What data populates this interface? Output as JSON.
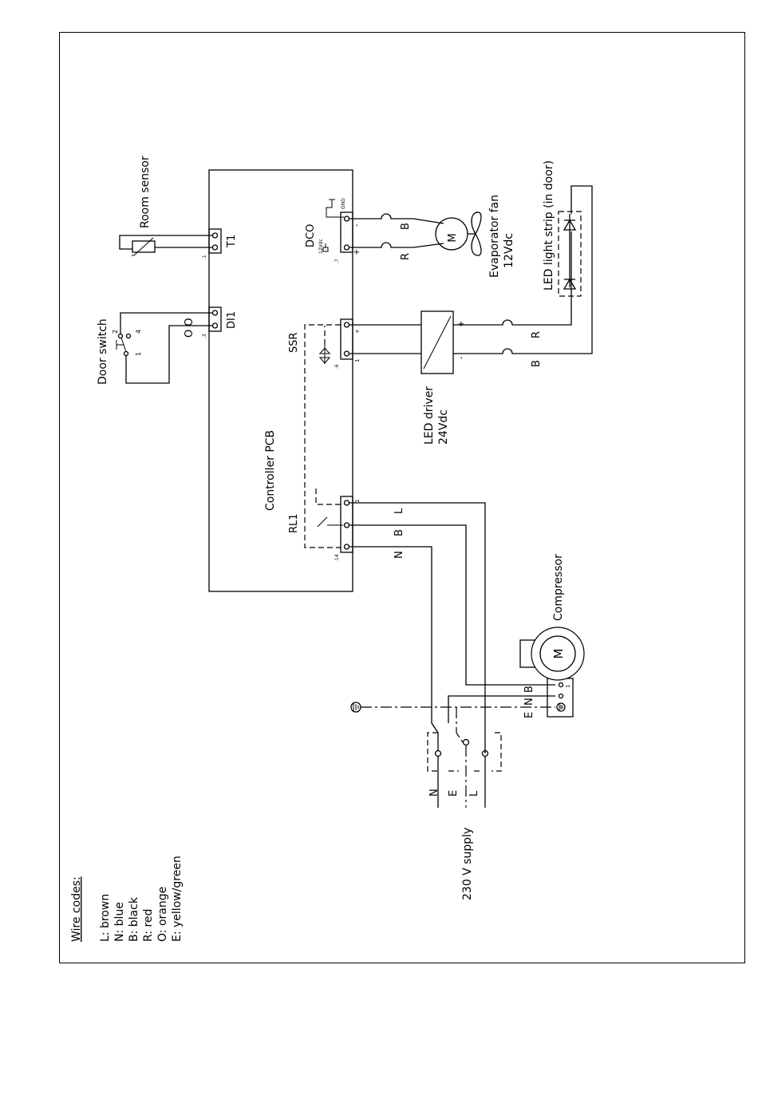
{
  "labels": {
    "controller_pcb": "Controller PCB",
    "room_sensor": "Room sensor",
    "t1": "T1",
    "door_switch": "Door switch",
    "di1": "DI1",
    "door_switch_oo": "O O",
    "door_switch_pins": [
      "1",
      "2",
      "4"
    ],
    "dco": "DCO",
    "dco_12vdc": "12Vdc",
    "dco_pin_minus": "-",
    "dco_pin_plus": "+",
    "ssr": "SSR",
    "rl1": "RL1",
    "evaporator_fan": "Evaporator fan",
    "evaporator_fan_voltage": "12Vdc",
    "motor_symbol": "M",
    "led_light_strip": "LED light strip (in door)",
    "led_driver": "LED driver",
    "led_driver_voltage": "24Vdc",
    "led_driver_plus": "+",
    "led_driver_minus": "-",
    "compressor": "Compressor",
    "compressor_terminals": [
      "E",
      "N",
      "B"
    ],
    "compressor_pin": "1",
    "supply": "230 V supply",
    "supply_terminals": [
      "N",
      "E",
      "L"
    ],
    "relay_wires": [
      "L",
      "B",
      "N"
    ],
    "fan_wires": [
      "B",
      "R"
    ],
    "led_wires": [
      "R",
      "B"
    ]
  },
  "legend": {
    "title": "Wire codes:",
    "items": [
      "L: brown",
      "N: blue",
      "B: black",
      "R: red",
      "O: orange",
      "E: yellow/green"
    ]
  }
}
